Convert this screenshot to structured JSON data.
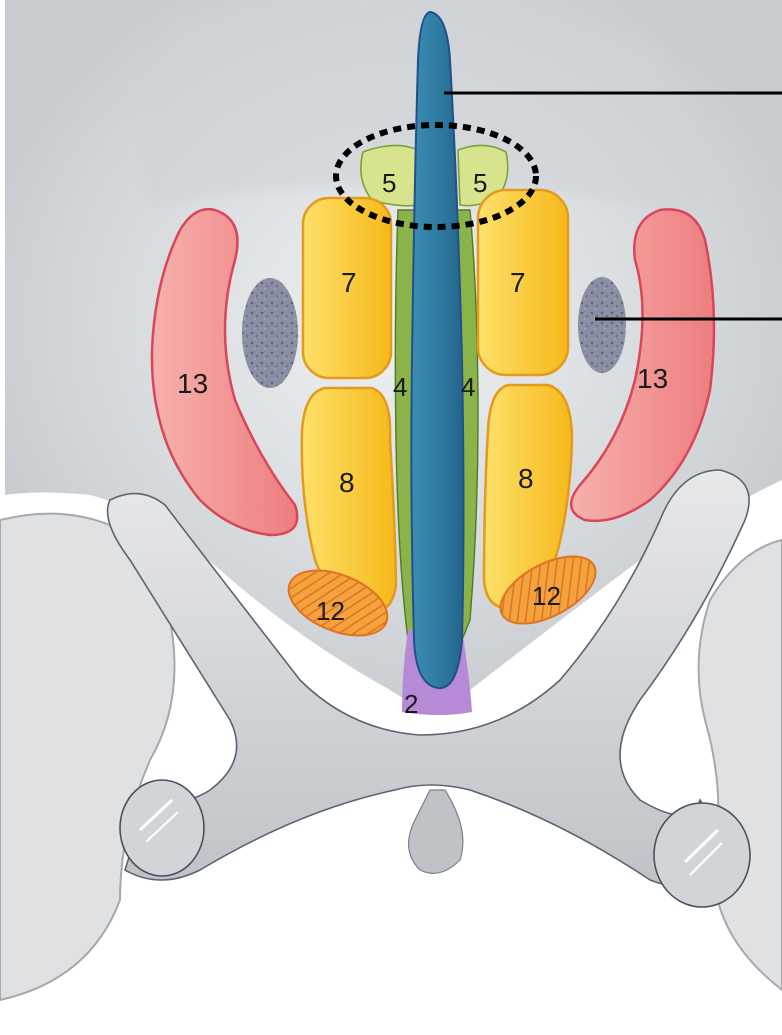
{
  "labels": {
    "left_5": "5",
    "right_5": "5",
    "left_7": "7",
    "right_7": "7",
    "left_4": "4",
    "right_4": "4",
    "left_8": "8",
    "right_8": "8",
    "left_12": "12",
    "right_12": "12",
    "left_13": "13",
    "right_13": "13",
    "bottom_2": "2"
  },
  "colors": {
    "background_tissue": "#e4e6e8",
    "vessel_fill": "#d5d7da",
    "vessel_outline": "#5d6470",
    "blue_structure": "#2f7fa6",
    "blue_outline": "#234f8a",
    "green_band": "#8ab44a",
    "pale_green": "#d8e38e",
    "yellow_region": "#f7c51f",
    "yellow_outline": "#e39a1f",
    "orange_region": "#f29a35",
    "red_region": "#f08a8a",
    "red_outline": "#d8465a",
    "grey_speckled": "#878ca0",
    "purple_region": "#b78ad8",
    "pointer_line": "#000000"
  }
}
